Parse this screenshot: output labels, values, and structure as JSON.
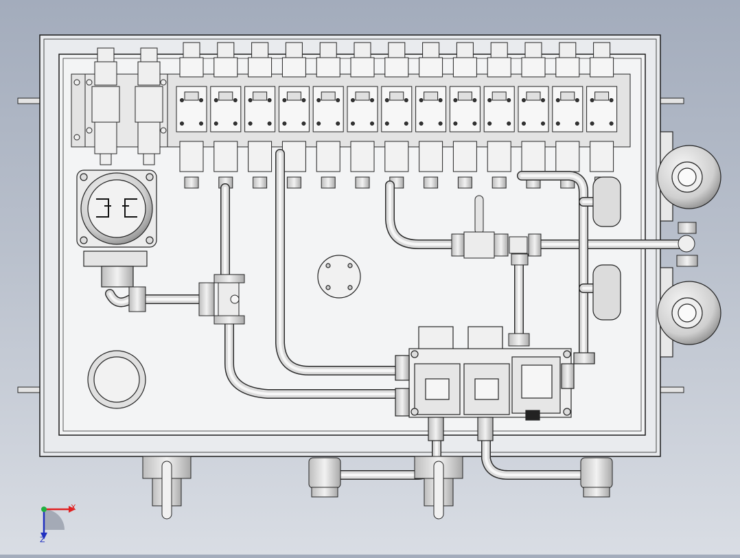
{
  "viewport": {
    "background_top": "#a3acbc",
    "background_bottom": "#d9dde4"
  },
  "model": {
    "enclosure_fill": "#e9ebee",
    "panel_fill": "#f3f4f5",
    "line_color": "#1a1a1a",
    "pipe_fill": "#dcdcdc",
    "valve_count": 13,
    "gauge_count": 2
  },
  "triad": {
    "x_label": "X",
    "z_label": "Z",
    "x_color": "#e02020",
    "z_color": "#2030c0",
    "y_color": "#20b040",
    "icon": "coordinate-triad-icon"
  }
}
